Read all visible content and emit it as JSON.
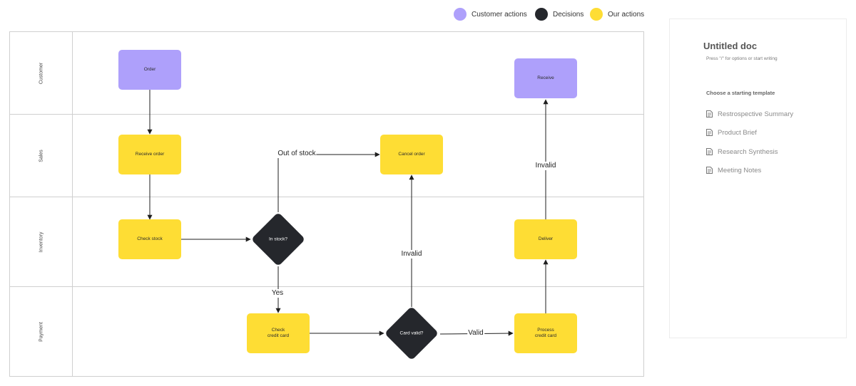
{
  "legend": [
    {
      "label": "Customer actions",
      "color": "#aea0fb"
    },
    {
      "label": "Decisions",
      "color": "#25272c"
    },
    {
      "label": "Our actions",
      "color": "#fedd34"
    }
  ],
  "lanes": [
    "Customer",
    "Sales",
    "Inventory",
    "Payment"
  ],
  "nodes": {
    "order": "Order",
    "receive_order": "Receive order",
    "cancel_order": "Cancel order",
    "check_stock": "Check stock",
    "in_stock": "In stock?",
    "check_credit_card": "Check\ncredit card",
    "card_valid": "Card valid?",
    "process_credit_card": "Process\ncredit card",
    "deliver": "Deliver",
    "receive": "Receive"
  },
  "edge_labels": {
    "out_of_stock": "Out of stock",
    "yes": "Yes",
    "invalid_card": "Invalid",
    "valid": "Valid",
    "invalid_delivery": "Invalid"
  },
  "doc": {
    "title": "Untitled doc",
    "hint": "Press \"/\" for options or start writing",
    "section": "Choose a starting template",
    "templates": [
      "Restrospective Summary",
      "Product Brief",
      "Research Synthesis",
      "Meeting Notes"
    ]
  }
}
